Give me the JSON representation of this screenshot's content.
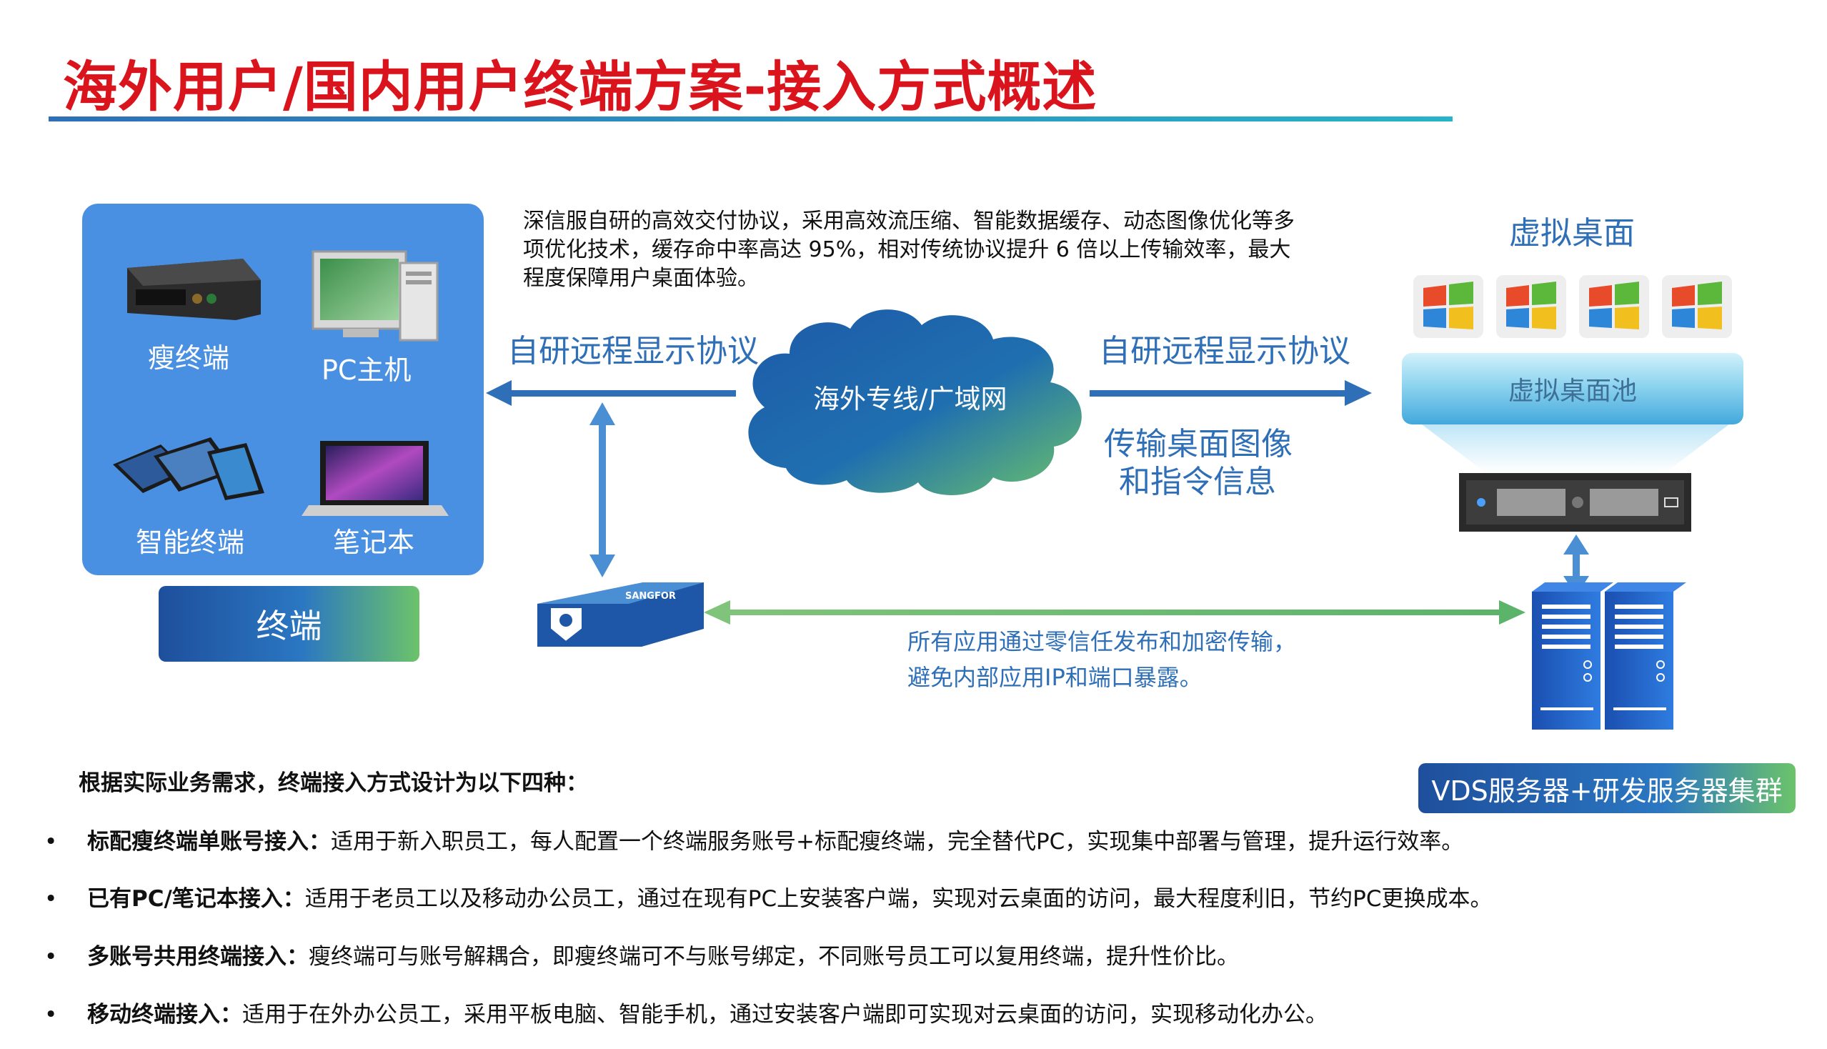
{
  "title": "海外用户/国内用户终端方案-接入方式概述",
  "terminals": {
    "items": [
      {
        "label": "瘦终端"
      },
      {
        "label": "PC主机"
      },
      {
        "label": "智能终端"
      },
      {
        "label": "笔记本"
      }
    ],
    "button_label": "终端"
  },
  "description": [
    "深信服自研的高效交付协议，采用高效流压缩、智能数据缓存、动态图像优化等多",
    "项优化技术，缓存命中率高达 95%，相对传统协议提升 6 倍以上传输效率，最大",
    "程度保障用户桌面体验。"
  ],
  "protocol_left": "自研远程显示协议",
  "protocol_right": "自研远程显示协议",
  "cloud_label": "海外专线/广域网",
  "transmit_label_1": "传输桌面图像",
  "transmit_label_2": "和指令信息",
  "gateway_brand": "SANGFOR",
  "zero_trust_text_1": "所有应用通过零信任发布和加密传输，",
  "zero_trust_text_2": "避免内部应用IP和端口暴露。",
  "virtual_desktop_title": "虚拟桌面",
  "pool_label": "虚拟桌面池",
  "servers_label": "VDS服务器+研发服务器集群",
  "intro": "根据实际业务需求，终端接入方式设计为以下四种：",
  "bullets": [
    {
      "marker": "•",
      "bold": "标配瘦终端单账号接入：",
      "text": "适用于新入职员工，每人配置一个终端服务账号+标配瘦终端，完全替代PC，实现集中部署与管理，提升运行效率。"
    },
    {
      "marker": "•",
      "bold": "已有PC/笔记本接入：",
      "text": "适用于老员工以及移动办公员工，通过在现有PC上安装客户端，实现对云桌面的访问，最大程度利旧，节约PC更换成本。"
    },
    {
      "marker": "•",
      "bold": "多账号共用终端接入：",
      "text": "瘦终端可与账号解耦合，即瘦终端可不与账号绑定，不同账号员工可以复用终端，提升性价比。"
    },
    {
      "marker": "•",
      "bold": "移动终端接入：",
      "text": "适用于在外办公员工，采用平板电脑、智能手机，通过安装客户端即可实现对云桌面的访问，实现移动化办公。"
    }
  ],
  "colors": {
    "title": "#d9141c",
    "accent_blue": "#2e6fb7",
    "panel_blue": "#4a90e2",
    "arrow_green": "#6cc36a"
  }
}
